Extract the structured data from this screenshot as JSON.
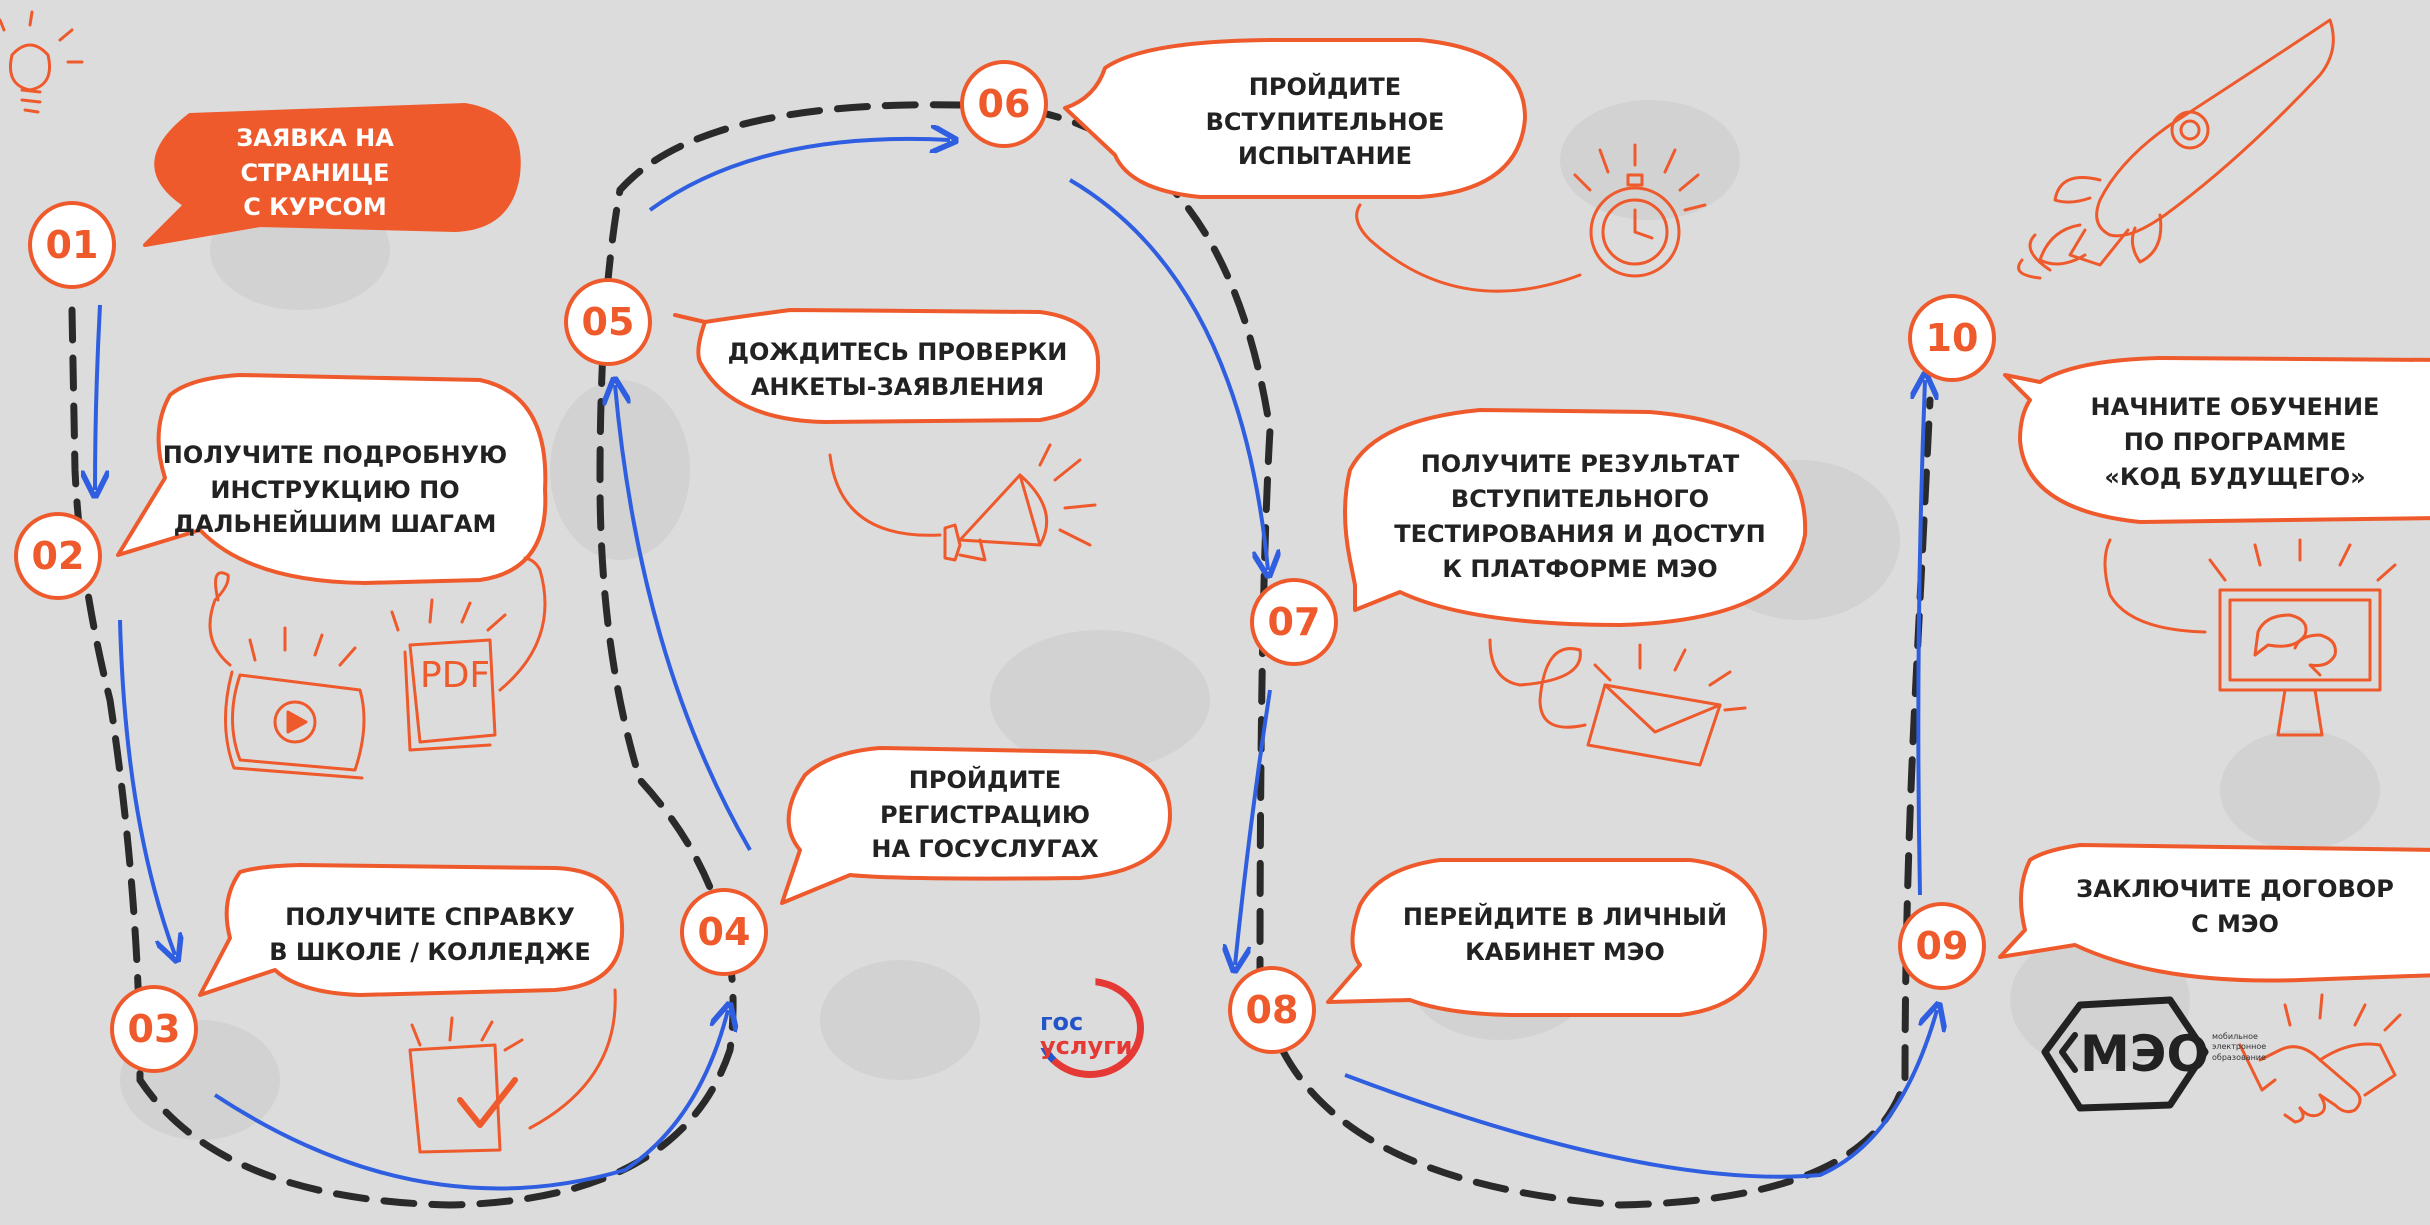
{
  "colors": {
    "accent": "#ee5a2c",
    "path": "#2f5fe0",
    "dash": "#2a2a2a",
    "bg": "#dcdcdc"
  },
  "steps": [
    {
      "num": "01",
      "text": "ЗАЯВКА НА СТРАНИЦЕ\nС КУРСОМ"
    },
    {
      "num": "02",
      "text": "ПОЛУЧИТЕ ПОДРОБНУЮ\nИНСТРУКЦИЮ ПО\nДАЛЬНЕЙШИМ ШАГАМ"
    },
    {
      "num": "03",
      "text": "ПОЛУЧИТЕ СПРАВКУ\nВ ШКОЛЕ / КОЛЛЕДЖЕ"
    },
    {
      "num": "04",
      "text": "ПРОЙДИТЕ РЕГИСТРАЦИЮ\nНА ГОСУСЛУГАХ"
    },
    {
      "num": "05",
      "text": "ДОЖДИТЕСЬ ПРОВЕРКИ\nАНКЕТЫ-ЗАЯВЛЕНИЯ"
    },
    {
      "num": "06",
      "text": "ПРОЙДИТЕ\nВСТУПИТЕЛЬНОЕ\nИСПЫТАНИЕ"
    },
    {
      "num": "07",
      "text": "ПОЛУЧИТЕ РЕЗУЛЬТАТ\nВСТУПИТЕЛЬНОГО\nТЕСТИРОВАНИЯ И ДОСТУП\nК ПЛАТФОРМЕ МЭО"
    },
    {
      "num": "08",
      "text": "ПЕРЕЙДИТЕ В ЛИЧНЫЙ\nКАБИНЕТ МЭО"
    },
    {
      "num": "09",
      "text": "ЗАКЛЮЧИТЕ ДОГОВОР\nС МЭО"
    },
    {
      "num": "10",
      "text": "НАЧНИТЕ ОБУЧЕНИЕ\nПО ПРОГРАММЕ\n«КОД БУДУЩЕГО»"
    }
  ],
  "icons": {
    "pdf_label": "PDF",
    "gosuslugi_line1": "гос",
    "gosuslugi_line2": "услуги",
    "meo_logo": "МЭО",
    "meo_caption": "мобильное\nэлектронное\nобразование"
  },
  "icon_names": [
    "lightbulb-icon",
    "video-icon",
    "pdf-icon",
    "certificate-icon",
    "megaphone-icon",
    "stopwatch-icon",
    "envelope-icon",
    "monitor-chat-icon",
    "rocket-icon",
    "handshake-icon"
  ]
}
